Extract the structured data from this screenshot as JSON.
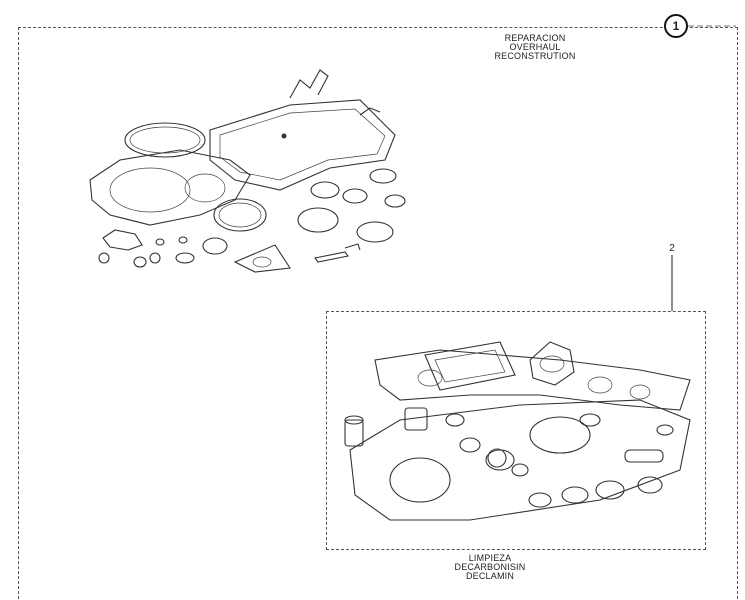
{
  "callouts": {
    "one": "1",
    "two": "2"
  },
  "kit_overhaul": {
    "lines": [
      "REPARACION",
      "OVERHAUL",
      "RECONSTRUTION"
    ]
  },
  "kit_decarbonising": {
    "lines": [
      "LIMPIEZA",
      "DECARBONISIN",
      "DECLAMIN"
    ]
  }
}
